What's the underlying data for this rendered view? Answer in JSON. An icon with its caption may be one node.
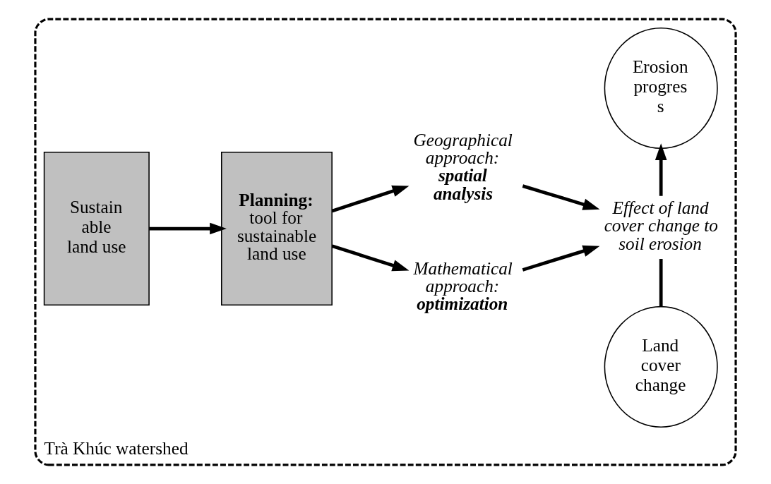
{
  "diagram": {
    "nodes": [
      {
        "text": [
          "Trà Khúc watershed"
        ]
      },
      {
        "text": [
          "Sustain able land use"
        ],
        "in": 0
      },
      {
        "text": [
          "Planning:",
          "tool for sustainable land use"
        ],
        "in": 0
      },
      {
        "text": [
          "Mathematical approach:",
          "optimization"
        ],
        "in": 0
      },
      {
        "text": [
          "Geographical approach:",
          "spatial analysis"
        ],
        "in": 0
      },
      {
        "text": [
          "Land cover change"
        ],
        "in": 0
      },
      {
        "text": [
          "Effect of land cover change to soil erosion"
        ],
        "in": 0
      },
      {
        "text": [
          "Erosion progres s"
        ],
        "in": 0
      }
    ],
    "edges": [
      {
        "from": 1,
        "to": 2,
        "arrow": "to"
      },
      {
        "from": 2,
        "to": 3,
        "arrow": "to"
      },
      {
        "from": 2,
        "to": 4,
        "arrow": "to"
      },
      {
        "from": 3,
        "to": 6,
        "arrow": "to"
      },
      {
        "from": 4,
        "to": 6,
        "arrow": "to"
      },
      {
        "from": 5,
        "to": 6,
        "arrow": "none"
      },
      {
        "from": 6,
        "to": 7,
        "arrow": "to"
      }
    ]
  }
}
